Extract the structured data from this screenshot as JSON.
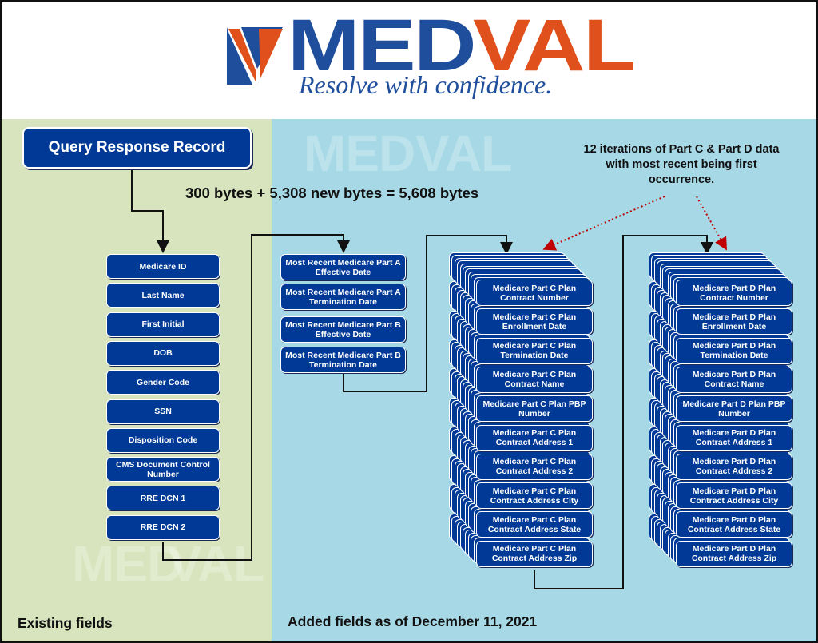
{
  "logo": {
    "med": "MED",
    "val": "VAL",
    "tagline": "Resolve with confidence."
  },
  "colors": {
    "brand_blue": "#1f4e9c",
    "brand_orange": "#e0501c",
    "box_blue": "#003a96",
    "existing_bg": "#d7e4bd",
    "added_bg": "#a6d8e6",
    "callout_arrow": "#c00000"
  },
  "query_record": "Query Response Record",
  "bytes_note": "300 bytes + 5,308 new bytes = 5,608 bytes",
  "iterations_note": "12 iterations of Part C & Part D data with most recent being first occurrence.",
  "existing_fields": [
    "Medicare ID",
    "Last Name",
    "First Initial",
    "DOB",
    "Gender Code",
    "SSN",
    "Disposition Code",
    "CMS Document Control Number",
    "RRE DCN 1",
    "RRE DCN 2"
  ],
  "medicare_ab_fields": [
    "Most Recent Medicare Part A Effective Date",
    "Most Recent Medicare Part A Termination Date",
    "Most Recent Medicare Part B Effective Date",
    "Most Recent Medicare Part B Termination Date"
  ],
  "part_c_fields": [
    "Medicare Part C Plan Contract Number",
    "Medicare Part C Plan Enrollment Date",
    "Medicare Part C Plan Termination Date",
    "Medicare Part C Plan Contract Name",
    "Medicare Part C Plan PBP Number",
    "Medicare Part C Plan Contract Address 1",
    "Medicare Part C Plan Contract Address 2",
    "Medicare Part C Plan Contract Address City",
    "Medicare Part C Plan Contract Address State",
    "Medicare Part C Plan Contract Address Zip"
  ],
  "part_d_fields": [
    "Medicare Part D Plan Contract Number",
    "Medicare Part D Plan Enrollment Date",
    "Medicare Part D Plan Termination Date",
    "Medicare Part D Plan Contract Name",
    "Medicare Part D Plan PBP Number",
    "Medicare Part D Plan Contract Address 1",
    "Medicare Part D Plan Contract Address 2",
    "Medicare Part D Plan Contract Address City",
    "Medicare Part D Plan Contract Address State",
    "Medicare Part D Plan Contract Address Zip"
  ],
  "existing_label": "Existing fields",
  "added_label": "Added fields as of December 11, 2021"
}
